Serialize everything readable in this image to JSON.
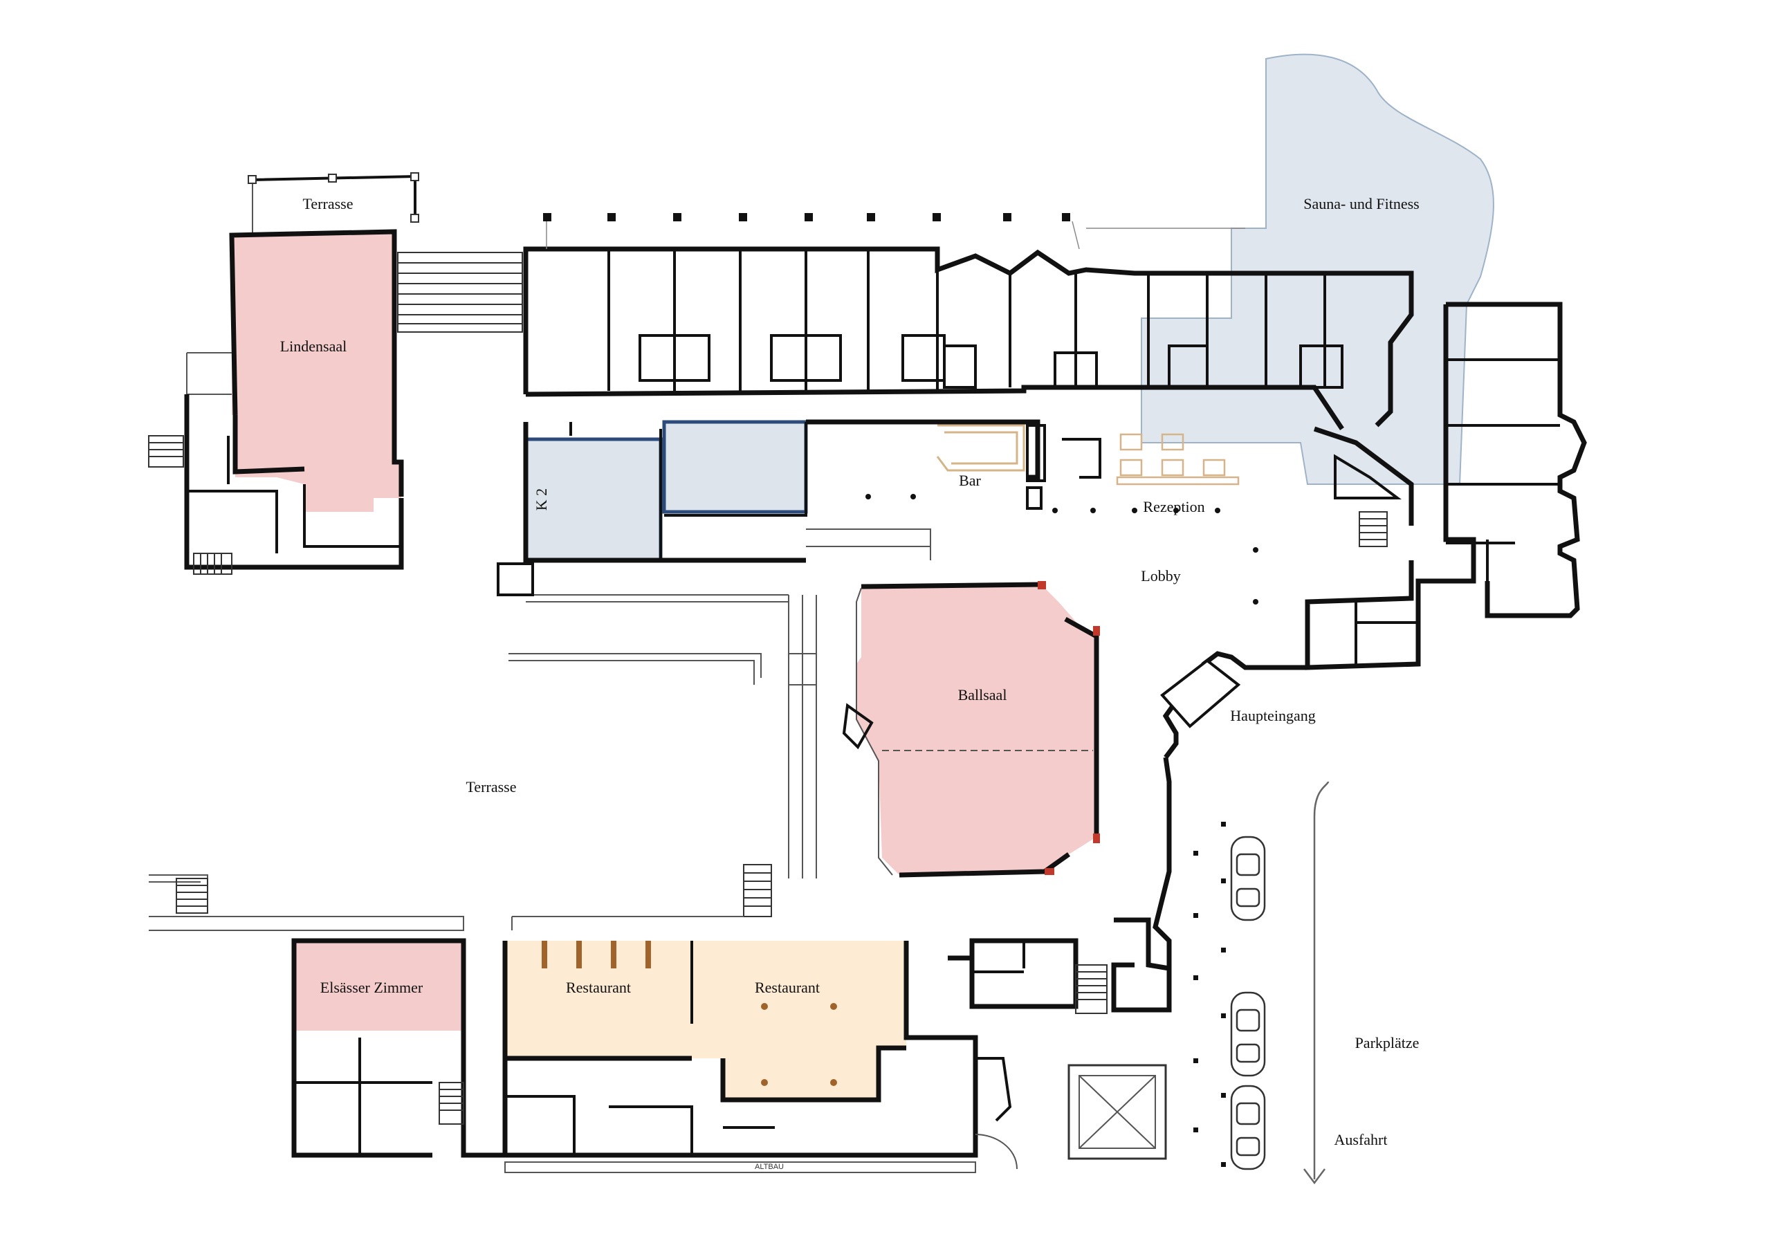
{
  "colors": {
    "event_room_fill": "#f4cccc",
    "event_room_wall": "#c0392b",
    "restaurant_fill": "#fdebd3",
    "restaurant_wall": "#a0632a",
    "meeting_fill": "#dde4ec",
    "meeting_wall": "#2c4a7a",
    "wellness_fill": "#dfe6ee",
    "bar_furniture": "#d6b48a",
    "wall": "#111111"
  },
  "labels": {
    "terrasse_top": "Terrasse",
    "lindensaal": "Lindensaal",
    "sauna_fitness": "Sauna- und Fitness",
    "k2": "K 2",
    "bar": "Bar",
    "rezeption": "Rezeption",
    "lobby": "Lobby",
    "ballsaal": "Ballsaal",
    "haupteingang": "Haupteingang",
    "terrasse_main": "Terrasse",
    "elsaesser_zimmer": "Elsässer Zimmer",
    "restaurant_1": "Restaurant",
    "restaurant_2": "Restaurant",
    "parkplaetze": "Parkplätze",
    "ausfahrt": "Ausfahrt",
    "altbau": "ALTBAU"
  },
  "icons": {
    "car": "car-icon",
    "exit_arrow": "arrow-down-icon",
    "stairs": "stairs-icon"
  }
}
